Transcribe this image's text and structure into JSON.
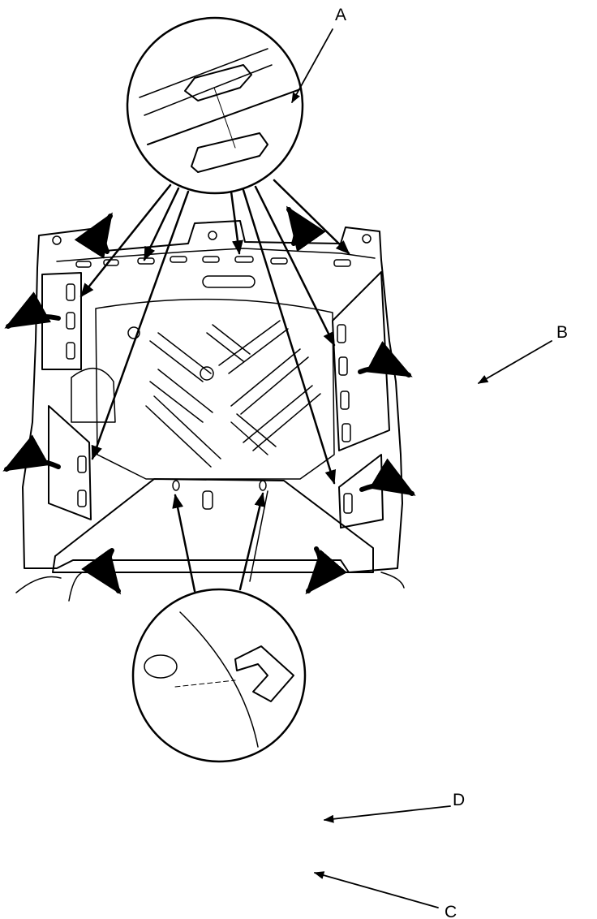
{
  "diagram": {
    "callouts": {
      "a": "A",
      "b": "B",
      "c": "C",
      "d": "D"
    },
    "colors": {
      "line": "#000000",
      "background": "#ffffff"
    }
  }
}
